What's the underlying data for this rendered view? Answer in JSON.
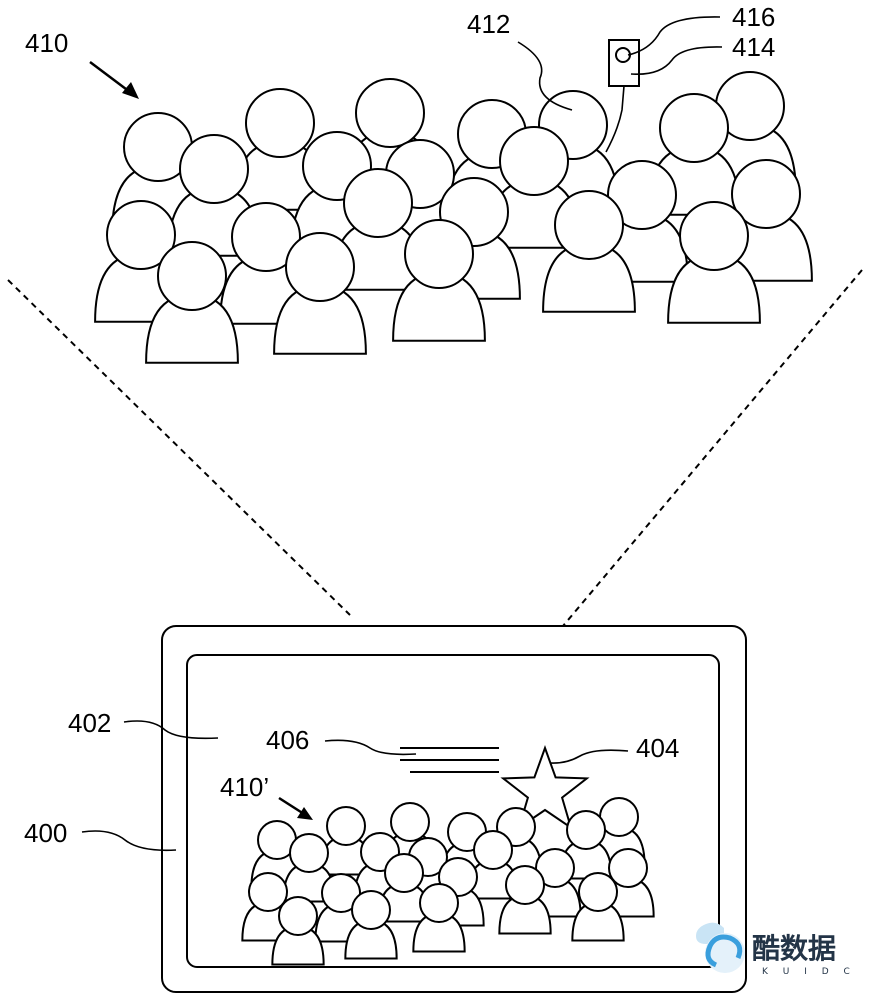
{
  "figure": {
    "labels": {
      "l410": "410",
      "l412": "412",
      "l416": "416",
      "l414": "414",
      "l402": "402",
      "l406": "406",
      "l404": "404",
      "l410p": "410’",
      "l400": "400"
    },
    "watermark": {
      "text": "酷数据",
      "sub": "K U I D C"
    }
  }
}
